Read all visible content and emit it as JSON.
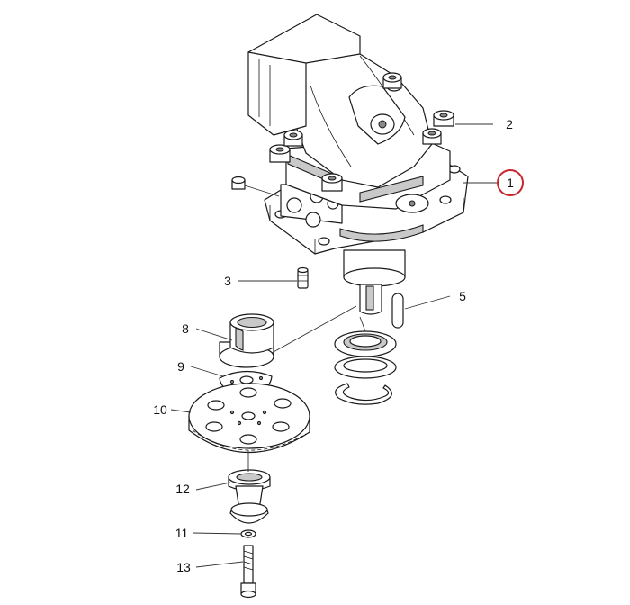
{
  "callouts": {
    "c1": "1",
    "c2": "2",
    "c3": "3",
    "c5": "5",
    "c8": "8",
    "c9": "9",
    "c10": "10",
    "c11": "11",
    "c12": "12",
    "c13": "13"
  },
  "highlight": {
    "part": "1",
    "color": "#c8252c"
  }
}
